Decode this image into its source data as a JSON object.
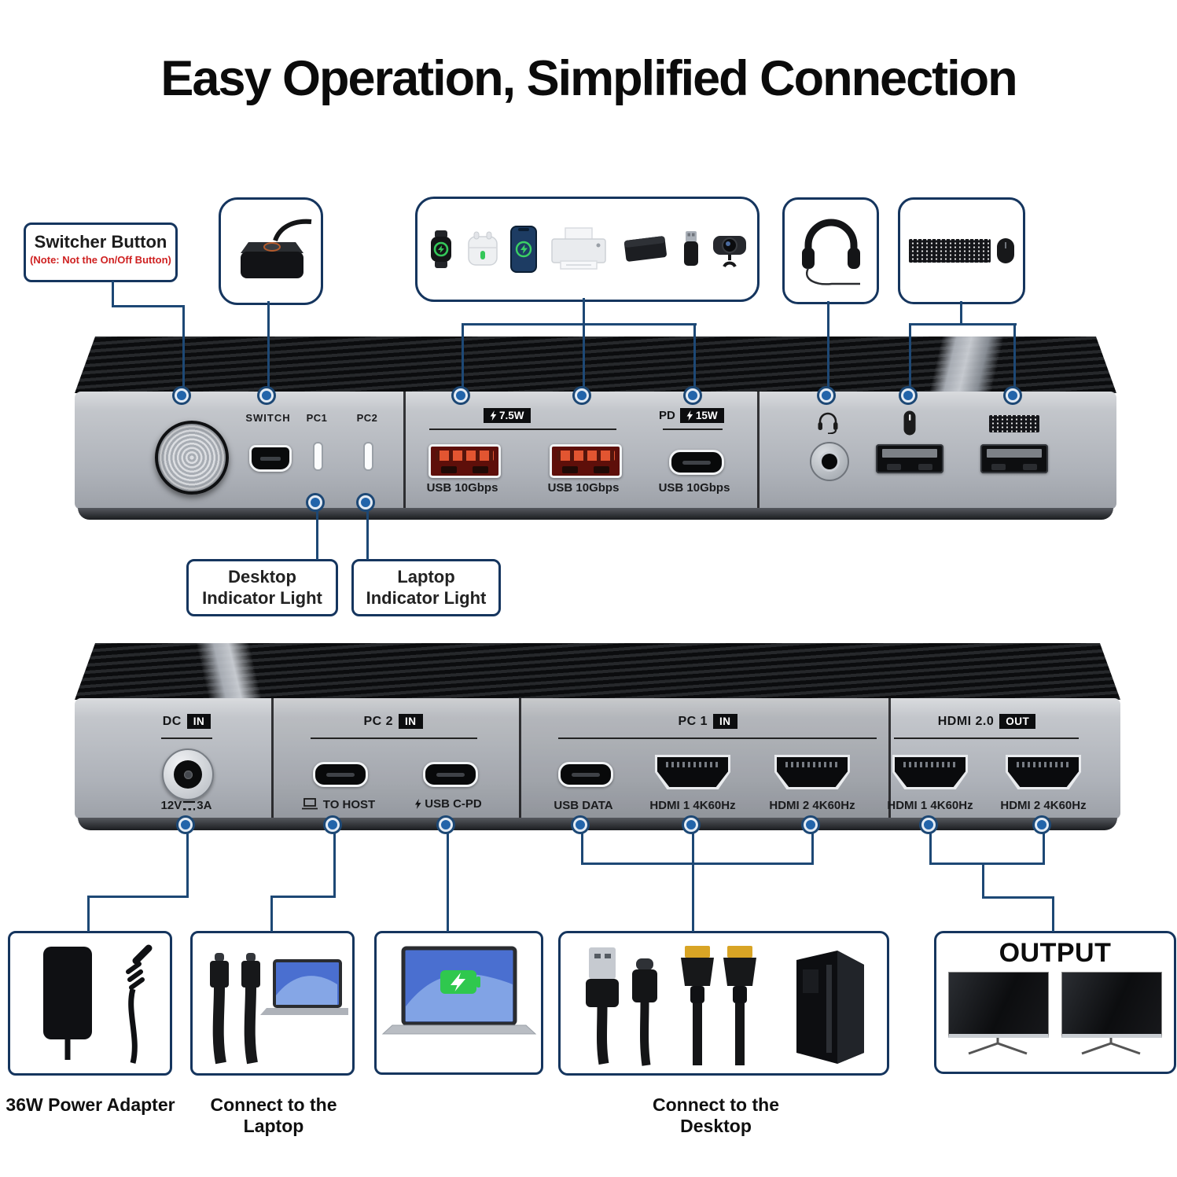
{
  "title": "Easy Operation, Simplified Connection",
  "colors": {
    "line_navy": "#1d4875",
    "box_border": "#15355e",
    "dot_blue": "#2264aa",
    "usb_orange": "#e25531",
    "note_red": "#cf2121",
    "device_silver": "#b2b6bd",
    "device_top_black": "#121315"
  },
  "top_callouts": {
    "switcher_button_label": "Switcher Button",
    "switcher_button_note": "(Note: Not the On/Off Button)",
    "connected_device_icons": [
      "smartwatch",
      "earbuds-case",
      "smartphone",
      "printer",
      "external-drive",
      "usb-flash-drive",
      "webcam"
    ],
    "headphones_icon": "headphones",
    "keyboard_mouse_icons": [
      "keyboard",
      "mouse"
    ]
  },
  "front_panel": {
    "switch_label": "SWITCH",
    "pc1_label": "PC1",
    "pc2_label": "PC2",
    "charge_badge": "7.5W",
    "pd_label": "PD",
    "pd_badge": "15W",
    "usb_port1_label": "USB 10Gbps",
    "usb_port2_label": "USB 10Gbps",
    "usb_port3_label": "USB 10Gbps"
  },
  "indicator_callouts": {
    "desktop_line1": "Desktop",
    "desktop_line2": "Indicator Light",
    "laptop_line1": "Laptop",
    "laptop_line2": "Indicator Light"
  },
  "back_panel": {
    "dc_label": "DC",
    "dc_badge": "IN",
    "dc_volts": "12V",
    "dc_amps": "3A",
    "pc2_label": "PC 2",
    "pc2_badge": "IN",
    "to_host_label": "TO HOST",
    "usb_cpd_label": "USB C-PD",
    "pc1_label": "PC 1",
    "pc1_badge": "IN",
    "usb_data_label": "USB DATA",
    "hdmi_in1_label": "HDMI 1 4K60Hz",
    "hdmi_in2_label": "HDMI 2 4K60Hz",
    "hdmi_out_label": "HDMI 2.0",
    "hdmi_out_badge": "OUT",
    "hdmi_out1_label": "HDMI 1 4K60Hz",
    "hdmi_out2_label": "HDMI 2 4K60Hz"
  },
  "bottom_callouts": {
    "output_label": "OUTPUT",
    "caption_power": "36W Power Adapter",
    "caption_laptop": "Connect to the Laptop",
    "caption_desktop": "Connect to the Desktop"
  }
}
